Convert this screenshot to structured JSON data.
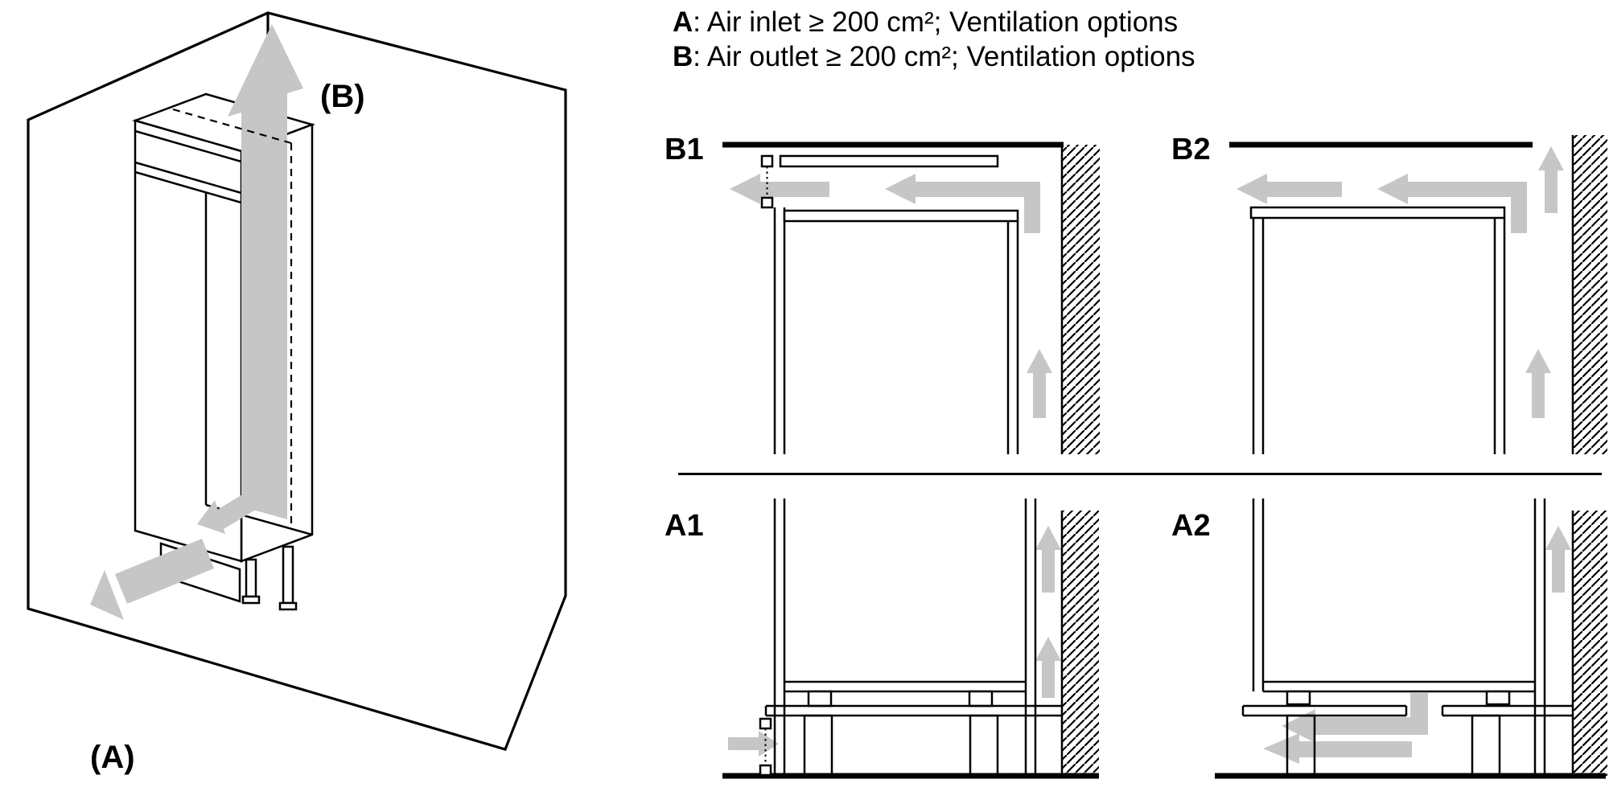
{
  "colors": {
    "line": "#000000",
    "arrow": "#c6c6c6",
    "background": "#ffffff"
  },
  "legend": {
    "a_key": "A",
    "a_text": ": Air inlet ≥ 200 cm²; Ventilation options",
    "b_key": "B",
    "b_text": ": Air outlet ≥ 200 cm²; Ventilation options"
  },
  "isometric": {
    "label_a": "(A)",
    "label_b": "(B)"
  },
  "panels": {
    "b1": {
      "label": "B1"
    },
    "b2": {
      "label": "B2"
    },
    "a1": {
      "label": "A1"
    },
    "a2": {
      "label": "A2"
    }
  }
}
